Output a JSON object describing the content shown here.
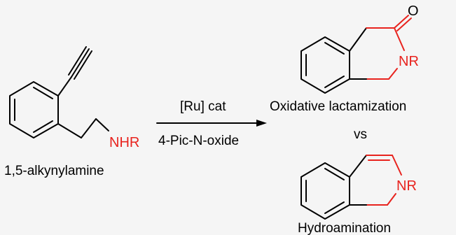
{
  "reactant": {
    "name": "1,5-alkynylamine",
    "amine_group": "NHR"
  },
  "arrow": {
    "above": "[Ru] cat",
    "below": "4-Pic-N-oxide"
  },
  "product_top": {
    "name": "Oxidative lactamization",
    "carbonyl_atom": "O",
    "amine_group": "NR"
  },
  "separator": "vs",
  "product_bottom": {
    "name": "Hydroamination",
    "amine_group": "NR"
  },
  "colors": {
    "highlight": "#e8231e",
    "bond": "#000000",
    "background": "#f5f5f5"
  }
}
